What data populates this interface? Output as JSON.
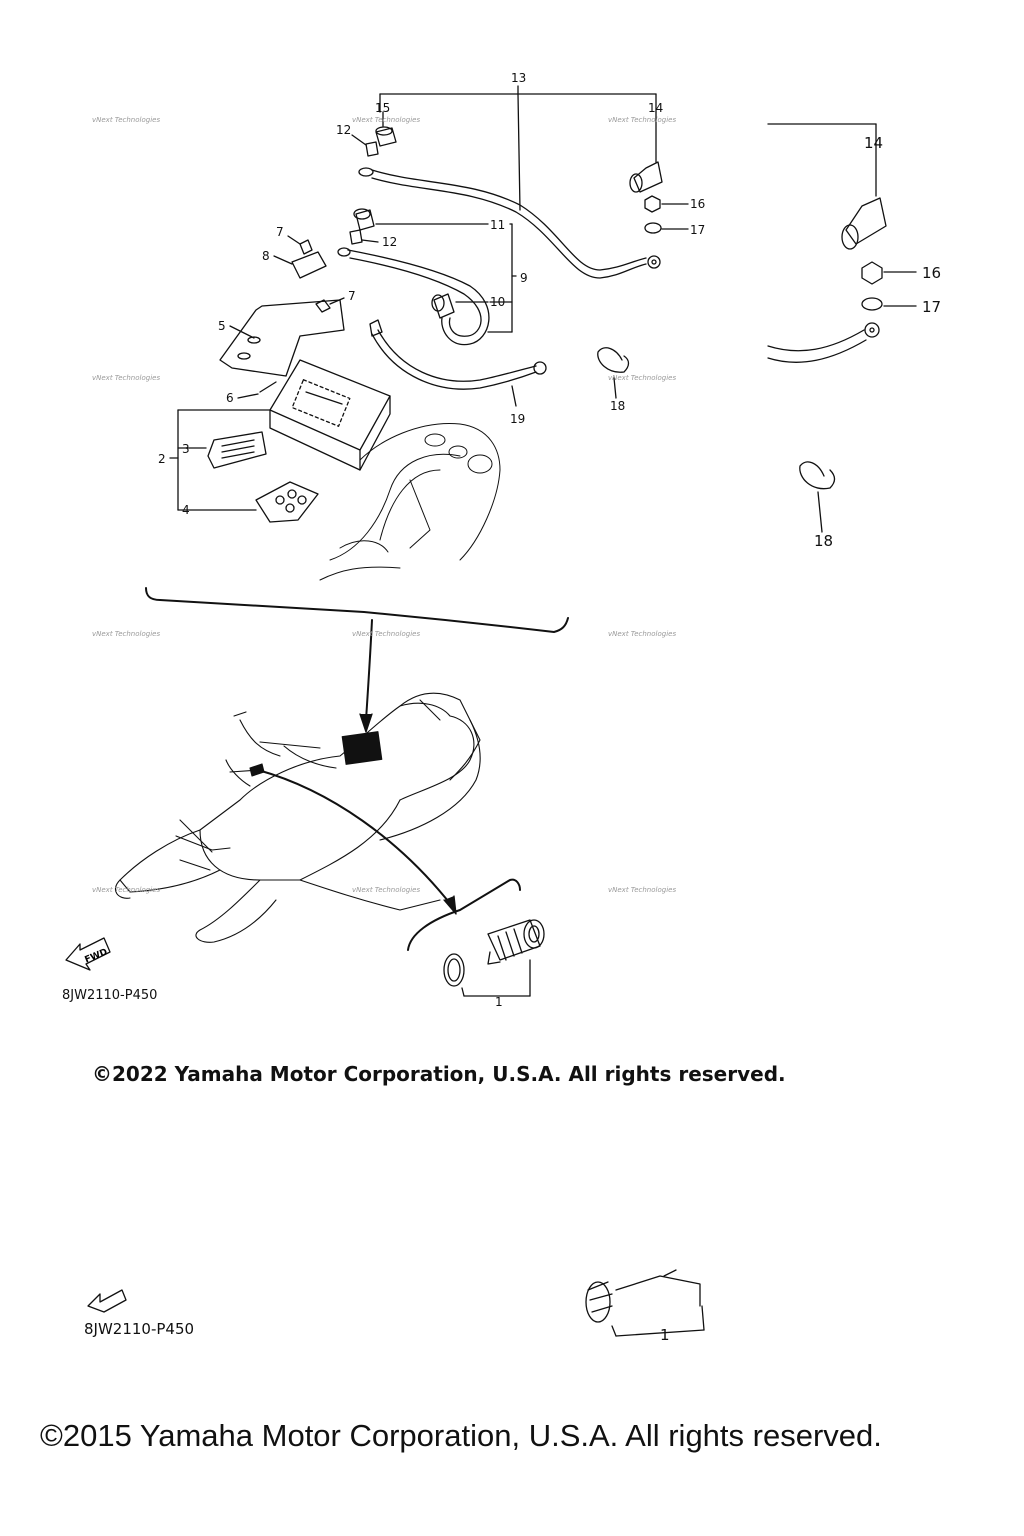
{
  "diagram": {
    "callouts_main": [
      {
        "id": "13",
        "text": "13"
      },
      {
        "id": "15",
        "text": "15"
      },
      {
        "id": "14",
        "text": "14"
      },
      {
        "id": "12a",
        "text": "12"
      },
      {
        "id": "16",
        "text": "16"
      },
      {
        "id": "17",
        "text": "17"
      },
      {
        "id": "11",
        "text": "11"
      },
      {
        "id": "12b",
        "text": "12"
      },
      {
        "id": "7a",
        "text": "7"
      },
      {
        "id": "8",
        "text": "8"
      },
      {
        "id": "9",
        "text": "9"
      },
      {
        "id": "7b",
        "text": "7"
      },
      {
        "id": "10",
        "text": "10"
      },
      {
        "id": "5",
        "text": "5"
      },
      {
        "id": "18",
        "text": "18"
      },
      {
        "id": "6",
        "text": "6"
      },
      {
        "id": "19",
        "text": "19"
      },
      {
        "id": "3",
        "text": "3"
      },
      {
        "id": "2",
        "text": "2"
      },
      {
        "id": "4",
        "text": "4"
      },
      {
        "id": "1",
        "text": "1"
      }
    ],
    "callouts_detail": [
      {
        "id": "14",
        "text": "14"
      },
      {
        "id": "16",
        "text": "16"
      },
      {
        "id": "17",
        "text": "17"
      },
      {
        "id": "18",
        "text": "18"
      },
      {
        "id": "1",
        "text": "1"
      }
    ],
    "fwd_label": "FWD",
    "diagram_code": "8JW2110-P450",
    "diagram_code_fragment": "8JW2110-P450",
    "watermark": "vNext Technologies",
    "copyright_2022": "©2022 Yamaha Motor Corporation, U.S.A. All rights reserved.",
    "copyright_2015": "©2015 Yamaha Motor Corporation, U.S.A. All rights reserved."
  }
}
